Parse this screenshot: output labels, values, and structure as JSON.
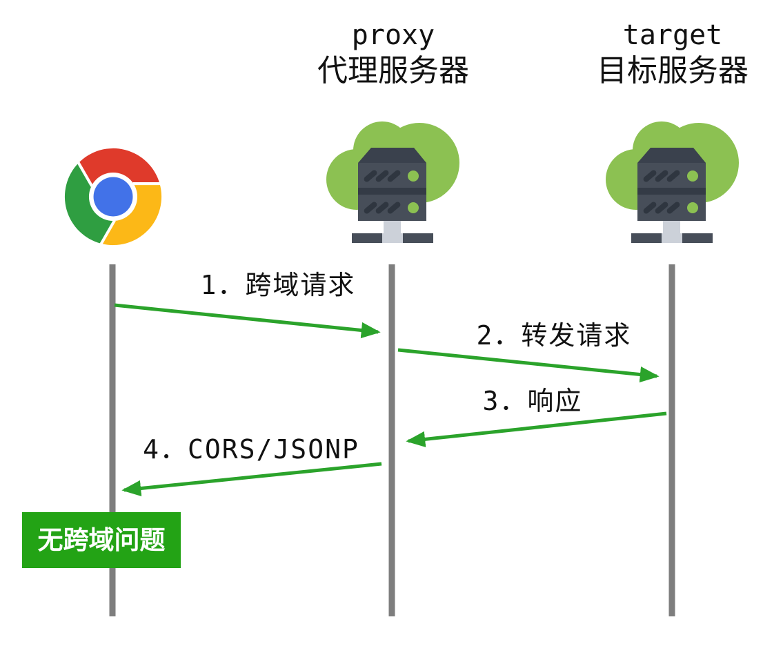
{
  "diagram": {
    "title_implied": "proxy forwarding sequence",
    "actors": {
      "browser": {
        "icon": "chrome-browser-icon"
      },
      "proxy": {
        "latin": "proxy",
        "zh": "代理服务器",
        "icon": "server-with-cloud-icon"
      },
      "target": {
        "latin": "target",
        "zh": "目标服务器",
        "icon": "server-with-cloud-icon"
      }
    },
    "messages": [
      {
        "label": "1．跨域请求",
        "from": "browser",
        "to": "proxy"
      },
      {
        "label": "2．转发请求",
        "from": "proxy",
        "to": "target"
      },
      {
        "label": "3．响应",
        "from": "target",
        "to": "proxy"
      },
      {
        "label": "4．CORS/JSONP",
        "from": "proxy",
        "to": "browser"
      }
    ],
    "note": {
      "text": "无跨域问题"
    },
    "colors": {
      "arrow_green": "#2ba32b",
      "note_green": "#23a315",
      "lifeline_gray": "#7e7e7e",
      "cloud_green": "#8cc152",
      "server_dark": "#474e59",
      "chrome_red": "#df3a2b",
      "chrome_yellow": "#fcb817",
      "chrome_green": "#2f9e41",
      "chrome_blue": "#4272e8"
    }
  }
}
